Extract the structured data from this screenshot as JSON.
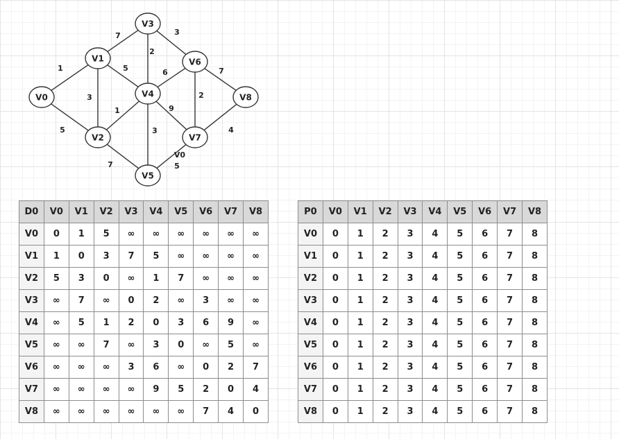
{
  "graph": {
    "nodes": [
      {
        "id": "V0",
        "label": "V0"
      },
      {
        "id": "V1",
        "label": "V1"
      },
      {
        "id": "V2",
        "label": "V2"
      },
      {
        "id": "V3",
        "label": "V3"
      },
      {
        "id": "V4",
        "label": "V4"
      },
      {
        "id": "V5",
        "label": "V5"
      },
      {
        "id": "V6",
        "label": "V6"
      },
      {
        "id": "V7",
        "label": "V7"
      },
      {
        "id": "V8",
        "label": "V8"
      }
    ],
    "edges": [
      {
        "from": "V0",
        "to": "V1",
        "weight": "1"
      },
      {
        "from": "V0",
        "to": "V2",
        "weight": "5"
      },
      {
        "from": "V1",
        "to": "V2",
        "weight": "3"
      },
      {
        "from": "V1",
        "to": "V3",
        "weight": "7"
      },
      {
        "from": "V1",
        "to": "V4",
        "weight": "5"
      },
      {
        "from": "V2",
        "to": "V4",
        "weight": "1"
      },
      {
        "from": "V2",
        "to": "V5",
        "weight": "7"
      },
      {
        "from": "V3",
        "to": "V4",
        "weight": "2"
      },
      {
        "from": "V3",
        "to": "V6",
        "weight": "3"
      },
      {
        "from": "V4",
        "to": "V6",
        "weight": "6"
      },
      {
        "from": "V4",
        "to": "V7",
        "weight": "9"
      },
      {
        "from": "V4",
        "to": "V5",
        "weight": "3"
      },
      {
        "from": "V5",
        "to": "V7",
        "weight": "5"
      },
      {
        "from": "V6",
        "to": "V7",
        "weight": "2"
      },
      {
        "from": "V6",
        "to": "V8",
        "weight": "7"
      },
      {
        "from": "V7",
        "to": "V8",
        "weight": "4"
      }
    ],
    "stray_label": "V0"
  },
  "distance_table": {
    "corner": "D0",
    "columns": [
      "V0",
      "V1",
      "V2",
      "V3",
      "V4",
      "V5",
      "V6",
      "V7",
      "V8"
    ],
    "rows": [
      {
        "label": "V0",
        "cells": [
          "0",
          "1",
          "5",
          "∞",
          "∞",
          "∞",
          "∞",
          "∞",
          "∞"
        ]
      },
      {
        "label": "V1",
        "cells": [
          "1",
          "0",
          "3",
          "7",
          "5",
          "∞",
          "∞",
          "∞",
          "∞"
        ]
      },
      {
        "label": "V2",
        "cells": [
          "5",
          "3",
          "0",
          "∞",
          "1",
          "7",
          "∞",
          "∞",
          "∞"
        ]
      },
      {
        "label": "V3",
        "cells": [
          "∞",
          "7",
          "∞",
          "0",
          "2",
          "∞",
          "3",
          "∞",
          "∞"
        ]
      },
      {
        "label": "V4",
        "cells": [
          "∞",
          "5",
          "1",
          "2",
          "0",
          "3",
          "6",
          "9",
          "∞"
        ]
      },
      {
        "label": "V5",
        "cells": [
          "∞",
          "∞",
          "7",
          "∞",
          "3",
          "0",
          "∞",
          "5",
          "∞"
        ]
      },
      {
        "label": "V6",
        "cells": [
          "∞",
          "∞",
          "∞",
          "3",
          "6",
          "∞",
          "0",
          "2",
          "7"
        ]
      },
      {
        "label": "V7",
        "cells": [
          "∞",
          "∞",
          "∞",
          "∞",
          "9",
          "5",
          "2",
          "0",
          "4"
        ]
      },
      {
        "label": "V8",
        "cells": [
          "∞",
          "∞",
          "∞",
          "∞",
          "∞",
          "∞",
          "7",
          "4",
          "0"
        ]
      }
    ]
  },
  "path_table": {
    "corner": "P0",
    "columns": [
      "V0",
      "V1",
      "V2",
      "V3",
      "V4",
      "V5",
      "V6",
      "V7",
      "V8"
    ],
    "rows": [
      {
        "label": "V0",
        "cells": [
          "0",
          "1",
          "2",
          "3",
          "4",
          "5",
          "6",
          "7",
          "8"
        ]
      },
      {
        "label": "V1",
        "cells": [
          "0",
          "1",
          "2",
          "3",
          "4",
          "5",
          "6",
          "7",
          "8"
        ]
      },
      {
        "label": "V2",
        "cells": [
          "0",
          "1",
          "2",
          "3",
          "4",
          "5",
          "6",
          "7",
          "8"
        ]
      },
      {
        "label": "V3",
        "cells": [
          "0",
          "1",
          "2",
          "3",
          "4",
          "5",
          "6",
          "7",
          "8"
        ]
      },
      {
        "label": "V4",
        "cells": [
          "0",
          "1",
          "2",
          "3",
          "4",
          "5",
          "6",
          "7",
          "8"
        ]
      },
      {
        "label": "V5",
        "cells": [
          "0",
          "1",
          "2",
          "3",
          "4",
          "5",
          "6",
          "7",
          "8"
        ]
      },
      {
        "label": "V6",
        "cells": [
          "0",
          "1",
          "2",
          "3",
          "4",
          "5",
          "6",
          "7",
          "8"
        ]
      },
      {
        "label": "V7",
        "cells": [
          "0",
          "1",
          "2",
          "3",
          "4",
          "5",
          "6",
          "7",
          "8"
        ]
      },
      {
        "label": "V8",
        "cells": [
          "0",
          "1",
          "2",
          "3",
          "4",
          "5",
          "6",
          "7",
          "8"
        ]
      }
    ]
  }
}
